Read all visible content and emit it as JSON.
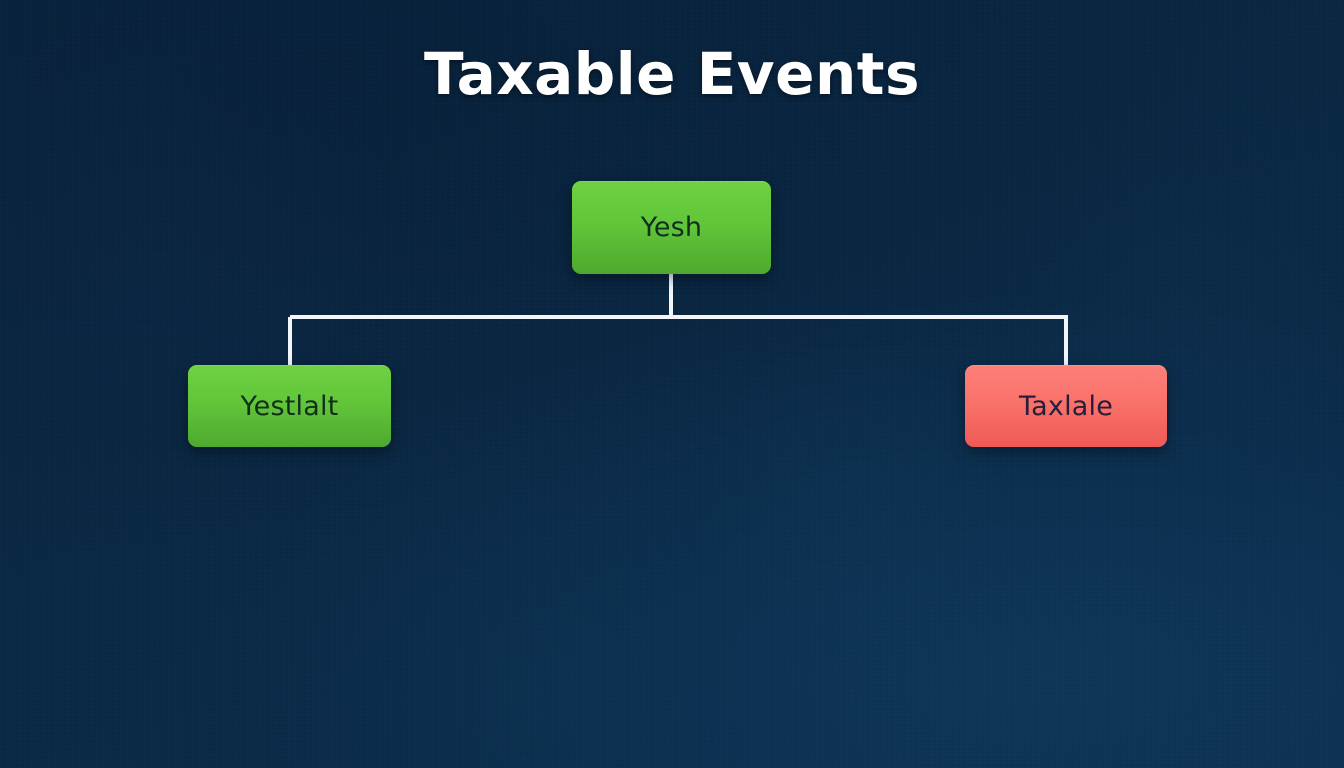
{
  "page": {
    "title": "Taxable Events",
    "background_color": "#0a2843",
    "connector_color": "#ffffff"
  },
  "diagram": {
    "type": "tree",
    "root": {
      "id": "root",
      "label": "Yesh",
      "color": "#62c63a",
      "text_color": "#10301c",
      "shape": "rounded-rectangle"
    },
    "children": [
      {
        "id": "left",
        "label": "Yestlalt",
        "color": "#62c63a",
        "text_color": "#10301c",
        "shape": "rounded-rectangle"
      },
      {
        "id": "right",
        "label": "Taxlale",
        "color": "#f97169",
        "text_color": "#271d3c",
        "shape": "rounded-rectangle"
      }
    ],
    "edges": [
      {
        "from": "root",
        "to": "left"
      },
      {
        "from": "root",
        "to": "right"
      }
    ]
  }
}
